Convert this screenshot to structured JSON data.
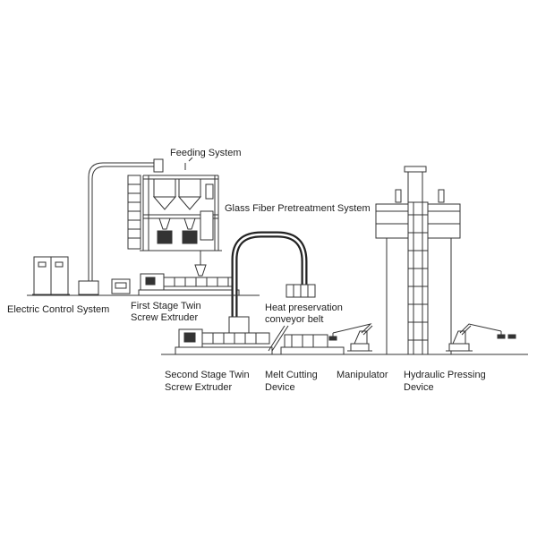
{
  "labels": {
    "feeding_system": "Feeding System",
    "glass_fiber_pretreatment": "Glass Fiber Pretreatment System",
    "electric_control": "Electric Control System",
    "first_stage_line1": "First Stage Twin",
    "first_stage_line2": "Screw Extruder",
    "heat_preservation_line1": "Heat preservation",
    "heat_preservation_line2": "conveyor belt",
    "second_stage_line1": "Second Stage Twin",
    "second_stage_line2": "Screw Extruder",
    "melt_cutting_line1": "Melt Cutting",
    "melt_cutting_line2": "Device",
    "manipulator": "Manipulator",
    "hydraulic_line1": "Hydraulic Pressing",
    "hydraulic_line2": "Device"
  },
  "colors": {
    "line": "#333333",
    "fill": "#ffffff",
    "shade": "#bbbbbb"
  }
}
